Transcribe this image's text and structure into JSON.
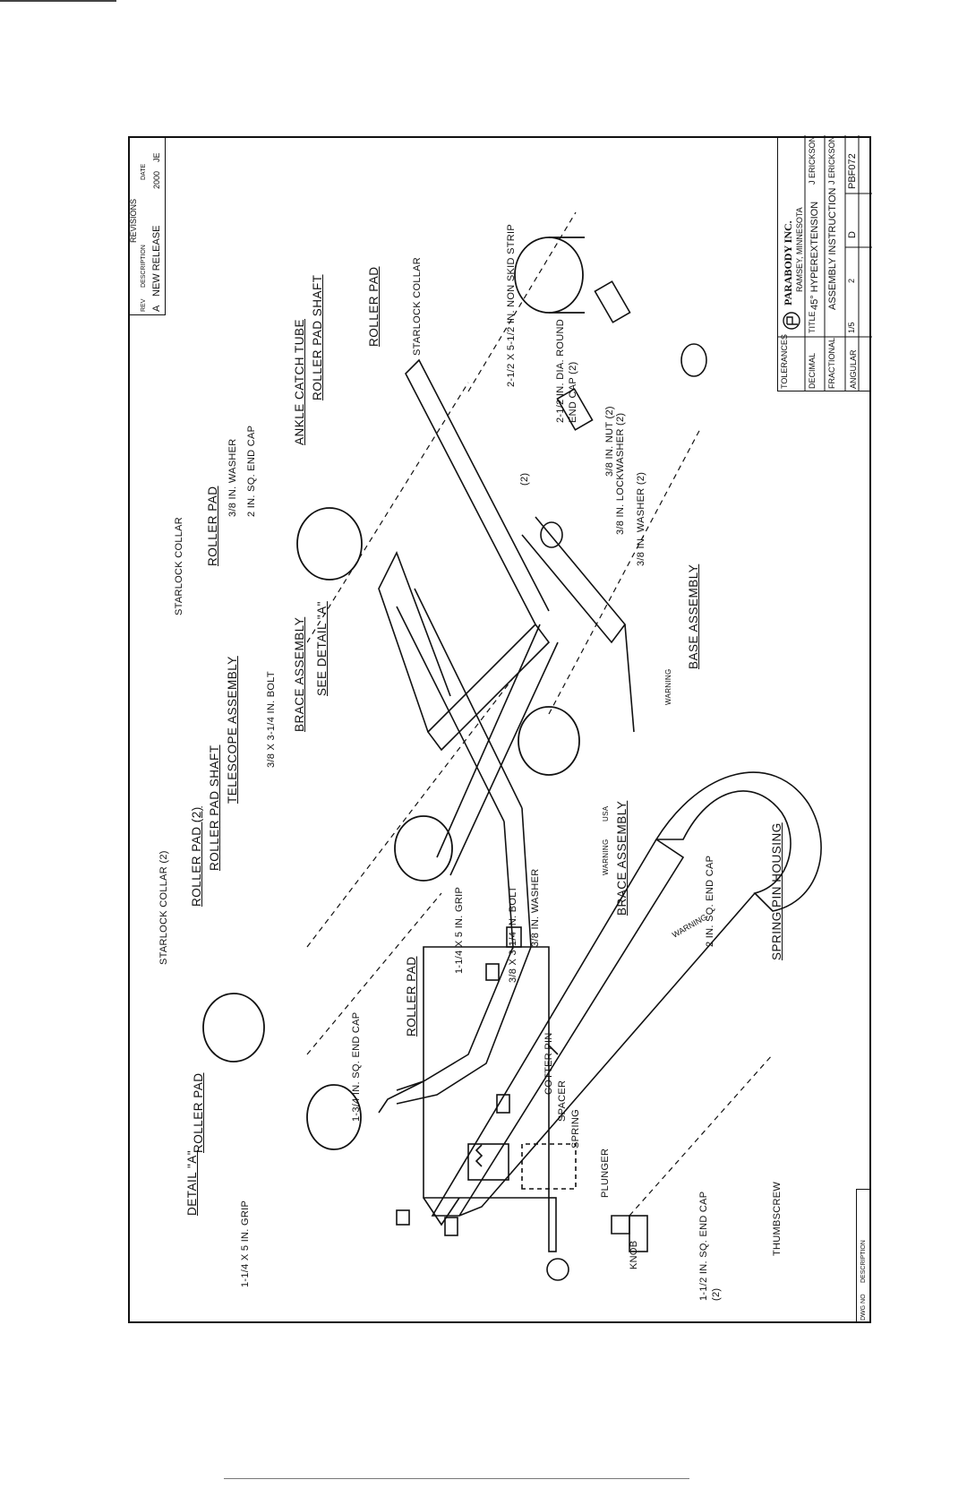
{
  "labels": {
    "roller_pad_top": "ROLLER PAD",
    "starlock_collar_top": "STARLOCK COLLAR",
    "non_skid_strip": "2-1/2 X 5-1/2 IN. NON SKID STRIP",
    "non_skid_strip_qty": "(2)",
    "round_end_cap_1": "2-1/2 IN. DIA. ROUND",
    "round_end_cap_2": "END CAP (2)",
    "roller_pad_shaft_top": "ROLLER PAD SHAFT",
    "ankle_catch_tube": "ANKLE CATCH TUBE",
    "sq_end_cap_2in_top": "2 IN. SQ. END CAP",
    "washer_38_top": "3/8 IN. WASHER",
    "roller_pad_mid": "ROLLER PAD",
    "starlock_collar_mid": "STARLOCK COLLAR",
    "nut_38": "3/8 IN. NUT (2)",
    "lockwasher_38": "3/8 IN. LOCKWASHER (2)",
    "washer_38_2": "3/8 IN. WASHER (2)",
    "base_assembly": "BASE ASSEMBLY",
    "telescope_assembly": "TELESCOPE ASSEMBLY",
    "roller_pad_shaft_mid": "ROLLER PAD SHAFT",
    "roller_pad_2": "ROLLER PAD (2)",
    "starlock_collar_2": "STARLOCK COLLAR (2)",
    "bolt_a": "3/8 X 3-1/4 IN. BOLT",
    "brace_assembly_mid": "BRACE ASSEMBLY",
    "see_detail_a": "SEE DETAIL \"A\"",
    "bolt_b": "3/8 X 3-1/4 IN. BOLT",
    "washer_38_b": "3/8 IN. WASHER",
    "grip_mid": "1-1/4 X 5 IN. GRIP",
    "roller_pad_low": "ROLLER PAD",
    "sq_end_cap_2in_low": "2 IN. SQ. END CAP",
    "sq_end_cap_134": "1-3/4 IN. SQ. END CAP",
    "roller_pad_left": "ROLLER PAD",
    "grip_left": "1-1/4 X 5 IN. GRIP",
    "brace_assembly_detail": "BRACE ASSEMBLY",
    "spring_pin_housing": "SPRING PIN HOUSING",
    "cotter_pin": "COTTER PIN",
    "spacer": "SPACER",
    "spring": "SPRING",
    "plunger": "PLUNGER",
    "knob": "KNOB",
    "sq_end_cap_112": "1-1/2 IN. SQ. END CAP",
    "sq_end_cap_112_qty": "(2)",
    "thumbscrew": "THUMBSCREW",
    "detail_a": "DETAIL \"A\"",
    "warning_1": "WARNING",
    "warning_2": "WARNING",
    "usa": "USA"
  },
  "title_block": {
    "company": "PARABODY INC.",
    "city": "RAMSEY, MINNESOTA",
    "title_line1": "45° HYPEREXTENSION",
    "title_line2": "ASSEMBLY INSTRUCTION",
    "drawn_by_1": "J ERICKSON",
    "drawn_by_2": "J ERICKSON",
    "drawing_no": "PBF072",
    "sheet": "1/5",
    "rev": "D",
    "size": "2",
    "field_tolerances": "TOLERANCES",
    "field_decimal": "DECIMAL",
    "field_fractional": "FRACTIONAL",
    "field_angular": "ANGULAR",
    "field_title": "TITLE"
  },
  "revisions": {
    "header": "REVISIONS",
    "col_rev": "REV",
    "col_desc": "DESCRIPTION",
    "col_date": "DATE",
    "rev": "A",
    "description": "NEW RELEASE",
    "date": "2000",
    "by": "JE"
  },
  "margin_block": {
    "dwg_no": "DWG NO",
    "description": "DESCRIPTION"
  }
}
